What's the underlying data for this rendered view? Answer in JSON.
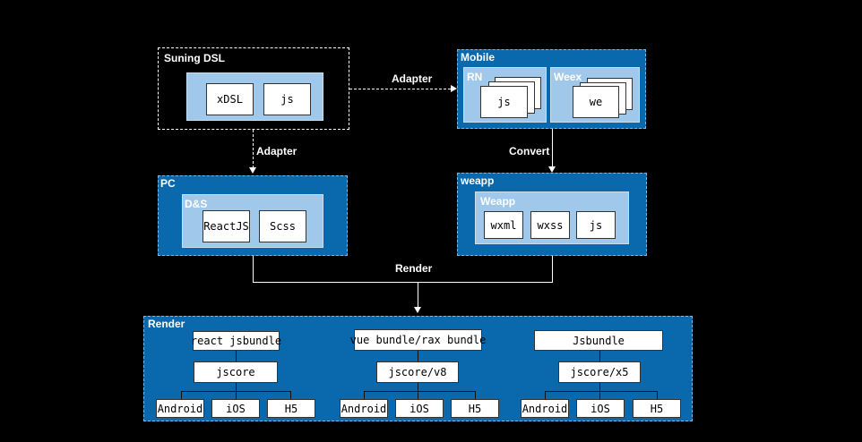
{
  "suning_dsl": {
    "title": "Suning DSL",
    "items": [
      "xDSL",
      "js"
    ]
  },
  "mobile": {
    "title": "Mobile",
    "rn": {
      "title": "RN",
      "item": "js"
    },
    "weex": {
      "title": "Weex",
      "item": "we"
    }
  },
  "pc": {
    "title": "PC",
    "ds": {
      "title": "D&S",
      "items": [
        "ReactJS",
        "Scss"
      ]
    }
  },
  "weapp": {
    "title": "weapp",
    "inner": {
      "title": "Weapp",
      "items": [
        "wxml",
        "wxss",
        "js"
      ]
    }
  },
  "edges": {
    "adapter_top": "Adapter",
    "adapter_left": "Adapter",
    "convert": "Convert",
    "render": "Render"
  },
  "render": {
    "title": "Render",
    "columns": [
      {
        "bundle": "react jsbundle",
        "engine": "jscore",
        "targets": [
          "Android",
          "iOS",
          "H5"
        ]
      },
      {
        "bundle": "vue bundle/rax bundle",
        "engine": "jscore/v8",
        "targets": [
          "Android",
          "iOS",
          "H5"
        ]
      },
      {
        "bundle": "Jsbundle",
        "engine": "jscore/x5",
        "targets": [
          "Android",
          "iOS",
          "H5"
        ]
      }
    ]
  }
}
